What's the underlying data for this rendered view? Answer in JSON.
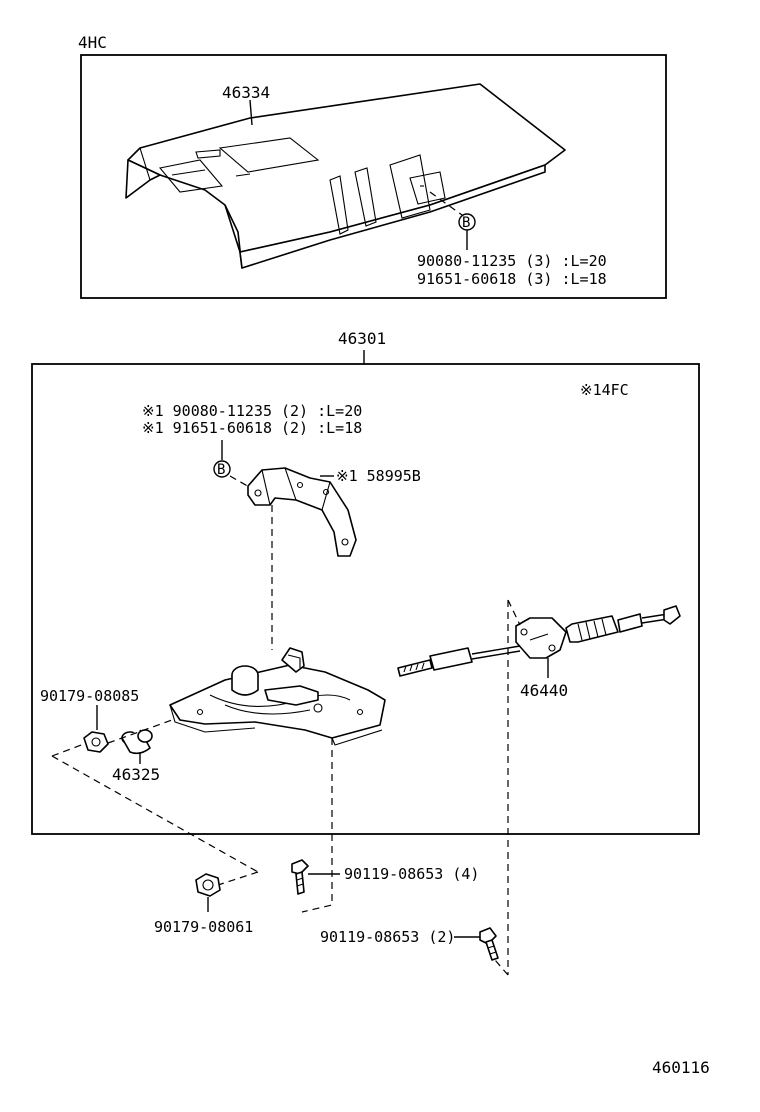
{
  "upper_box": {
    "variant": "4HC",
    "cover_part": "46334",
    "bolt_a": "90080-11235 (3) :L=20",
    "bolt_b": "91651-60618 (3) :L=18",
    "marker": "B"
  },
  "assembly": {
    "part_no": "46301",
    "variant": "※14FC",
    "bolt_a": "※1 90080-11235 (2) :L=20",
    "bolt_b": "※1 91651-60618 (2) :L=18",
    "marker": "B",
    "bracket": "※1 58995B",
    "cable": "46440",
    "nut": "90179-08085",
    "collar": "46325"
  },
  "outside": {
    "nut": "90179-08061",
    "bolt_4": "90119-08653 (4)",
    "bolt_2": "90119-08653 (2)"
  },
  "figure_id": "460116"
}
